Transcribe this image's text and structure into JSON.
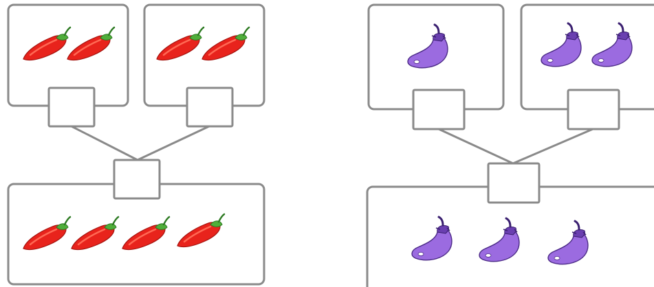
{
  "colors": {
    "pepper_body": "#e8231c",
    "pepper_highlight": "#ff6a55",
    "pepper_stem": "#4fae3a",
    "eggplant_body": "#9b6be0",
    "eggplant_cap": "#6a3fb0",
    "outline": "#8a8a8a"
  },
  "diagrams": [
    {
      "name": "pepper-number-bond",
      "icon": "chili-pepper-icon",
      "part_a_count": 2,
      "part_b_count": 2,
      "whole_count": 4
    },
    {
      "name": "eggplant-number-bond",
      "icon": "eggplant-icon",
      "part_a_count": 1,
      "part_b_count": 2,
      "whole_count": 3
    }
  ]
}
